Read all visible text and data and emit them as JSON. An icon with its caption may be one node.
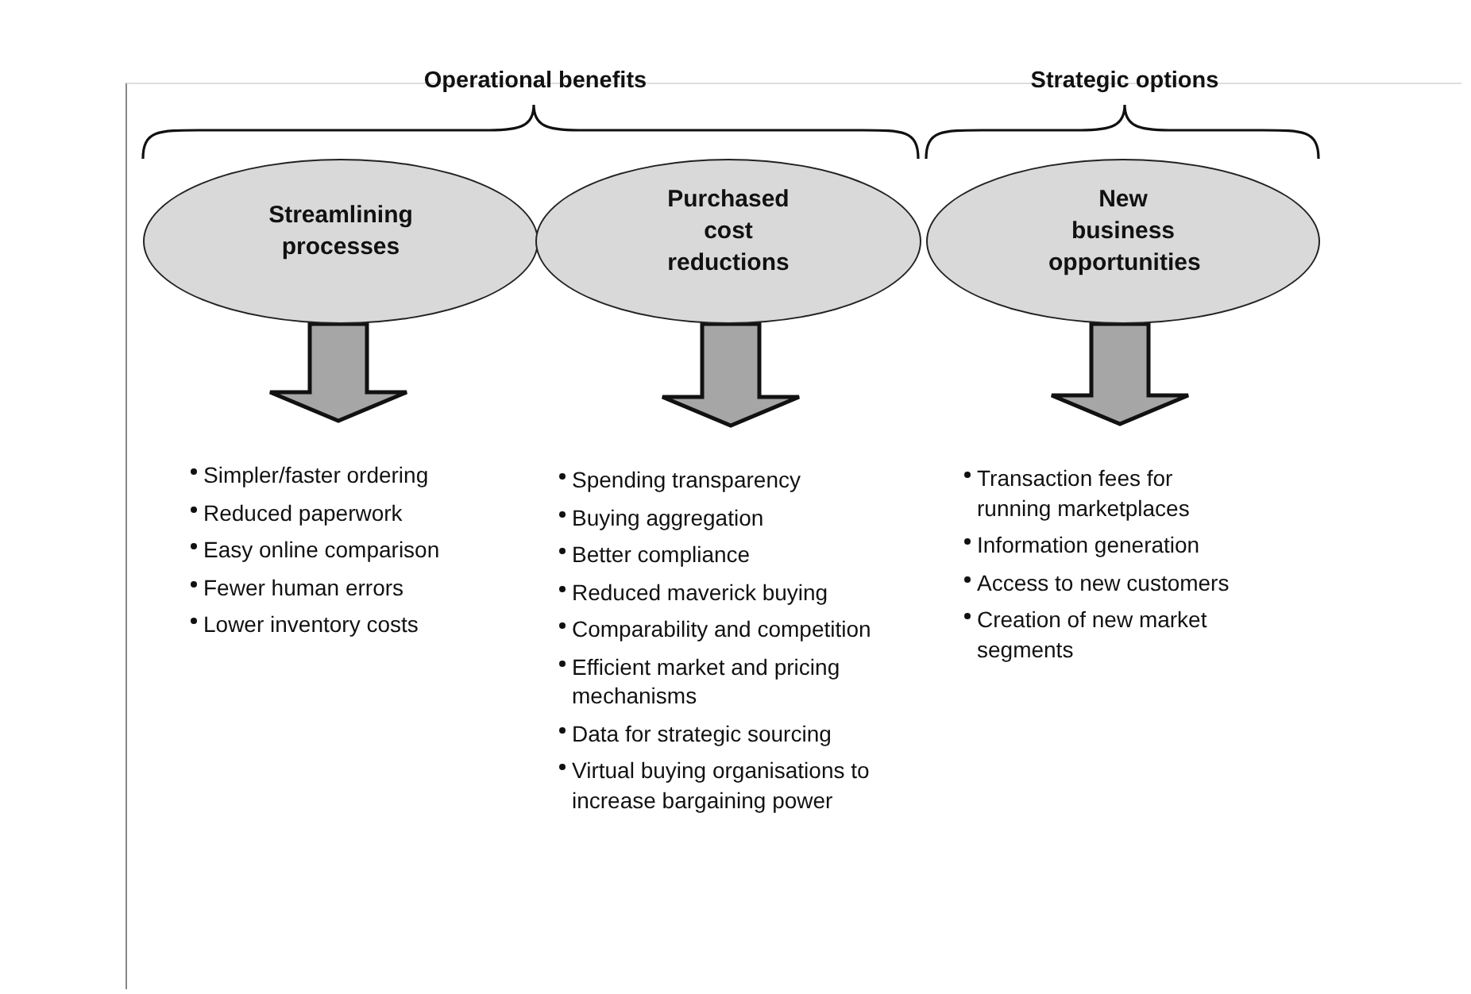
{
  "diagram": {
    "nodes": [
      {
        "text": [
          "Streamlining processes"
        ]
      },
      {
        "text": [
          "Purchased cost reductions"
        ]
      },
      {
        "text": [
          "New business opportunities"
        ]
      },
      {
        "text": [
          "Simpler/faster ordering",
          "Reduced paperwork",
          "Easy online comparison",
          "Fewer human errors",
          "Lower inventory costs"
        ]
      },
      {
        "text": [
          "Spending transparency",
          "Buying aggregation",
          "Better compliance",
          "Reduced maverick buying",
          "Comparability and competition",
          "Efficient market and pricing mechanisms",
          "Data for strategic sourcing",
          "Virtual buying organisations to increase bargaining power"
        ]
      },
      {
        "text": [
          "Transaction fees for running marketplaces",
          "Information generation",
          "Access to new customers",
          "Creation of new market segments"
        ]
      }
    ],
    "edges": [
      {
        "from": 0,
        "to": 3,
        "arrow": "to",
        "style": "thick"
      },
      {
        "from": 1,
        "to": 4,
        "arrow": "to",
        "style": "thick"
      },
      {
        "from": 2,
        "to": 5,
        "arrow": "to",
        "style": "thick"
      }
    ],
    "labels": [
      "Operational benefits",
      "Strategic options"
    ]
  }
}
